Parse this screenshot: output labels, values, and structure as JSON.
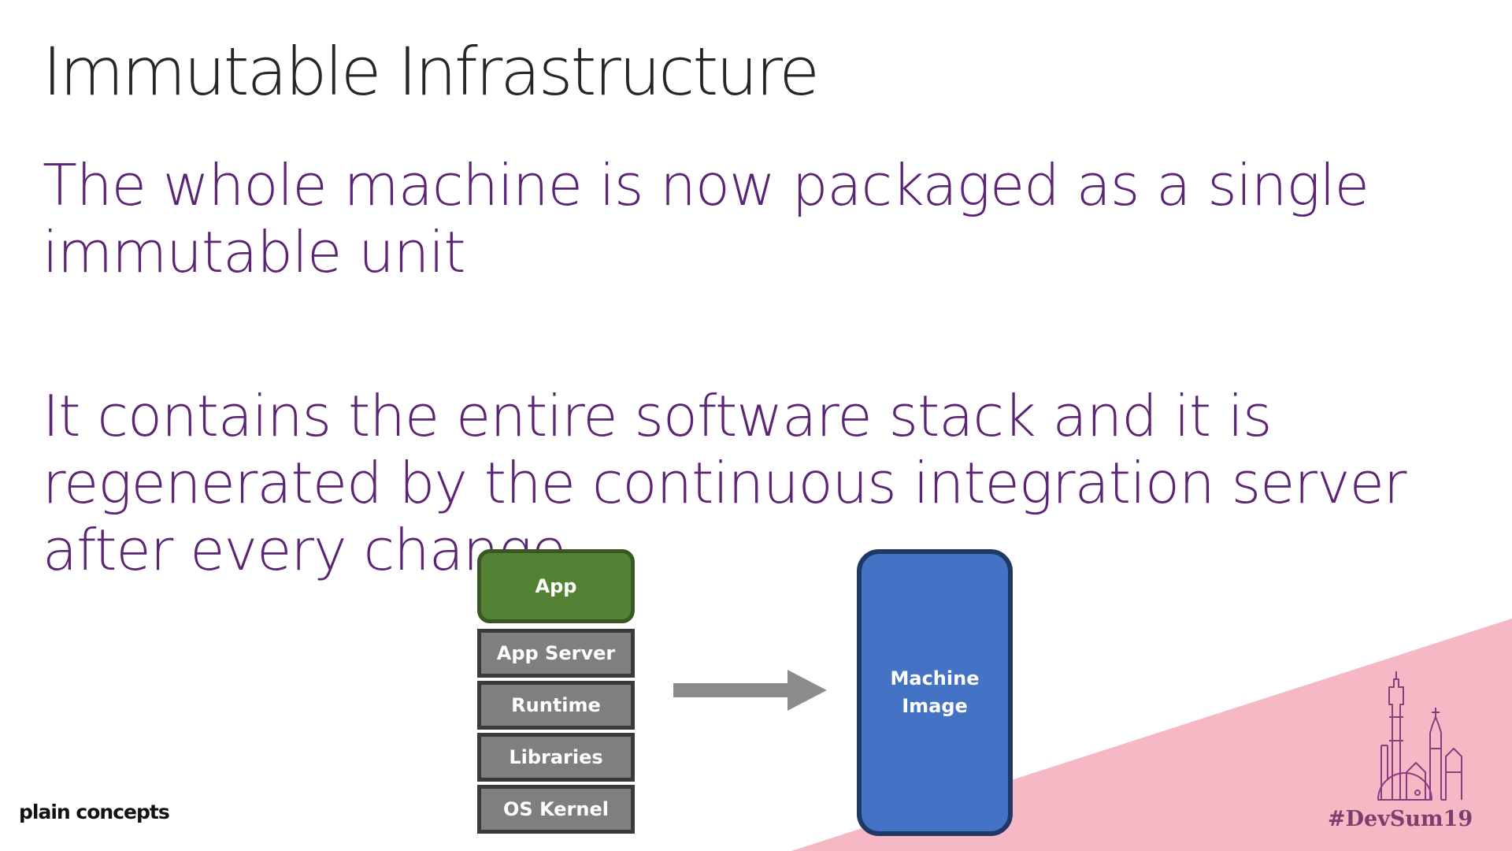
{
  "slide": {
    "title": "Immutable Infrastructure",
    "paragraphs": [
      "The whole machine is now packaged as a single immutable unit",
      "It contains the entire software stack and it is regenerated by the continuous integration server after every change"
    ]
  },
  "diagram": {
    "stack": [
      {
        "label": "App",
        "color": "#548235"
      },
      {
        "label": "App Server",
        "color": "#7f7f7f"
      },
      {
        "label": "Runtime",
        "color": "#7f7f7f"
      },
      {
        "label": "Libraries",
        "color": "#7f7f7f"
      },
      {
        "label": "OS Kernel",
        "color": "#7f7f7f"
      }
    ],
    "arrow_icon": "right-arrow-icon",
    "machine_image": {
      "label": "Machine Image",
      "color": "#4472c4"
    }
  },
  "branding": {
    "logo_text": "plain concepts",
    "hashtag": "#DevSum19",
    "skyline_icon": "city-skyline-icon"
  },
  "colors": {
    "title": "#262626",
    "body_text": "#5b2474",
    "accent_pink": "#f7b8c6",
    "logo_accent": "#2fb4e6",
    "hashtag": "#7b3f6e"
  }
}
